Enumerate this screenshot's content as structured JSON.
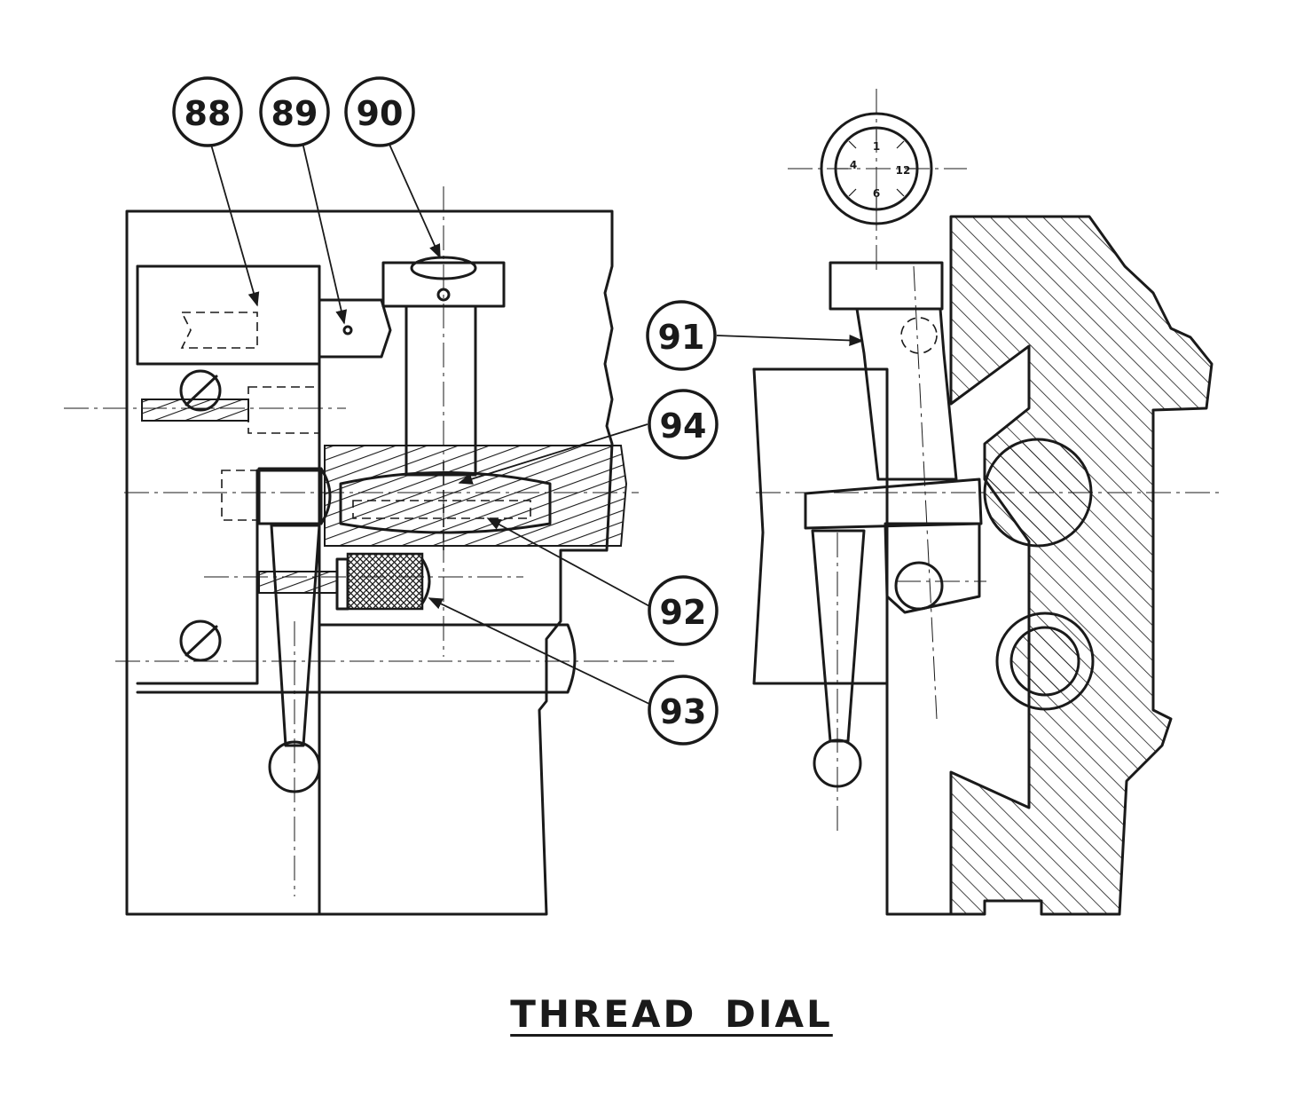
{
  "title": "THREAD DIAL",
  "balloons": [
    {
      "id": "b88",
      "label": "88"
    },
    {
      "id": "b89",
      "label": "89"
    },
    {
      "id": "b90",
      "label": "90"
    },
    {
      "id": "b91",
      "label": "91"
    },
    {
      "id": "b94",
      "label": "94"
    },
    {
      "id": "b92",
      "label": "92"
    },
    {
      "id": "b93",
      "label": "93"
    }
  ],
  "dial_marks": [
    "1",
    "4",
    "12",
    "6"
  ],
  "colors": {
    "ink": "#1a1a1a",
    "paper": "#ffffff"
  }
}
